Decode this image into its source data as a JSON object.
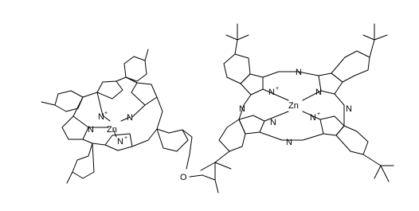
{
  "labels": {
    "zn_left": "Zn",
    "zn_right": "Zn",
    "n": "N",
    "n_plus_sign": "+",
    "o": "O"
  },
  "colors": {
    "bond": "#000000",
    "background": "#ffffff"
  }
}
